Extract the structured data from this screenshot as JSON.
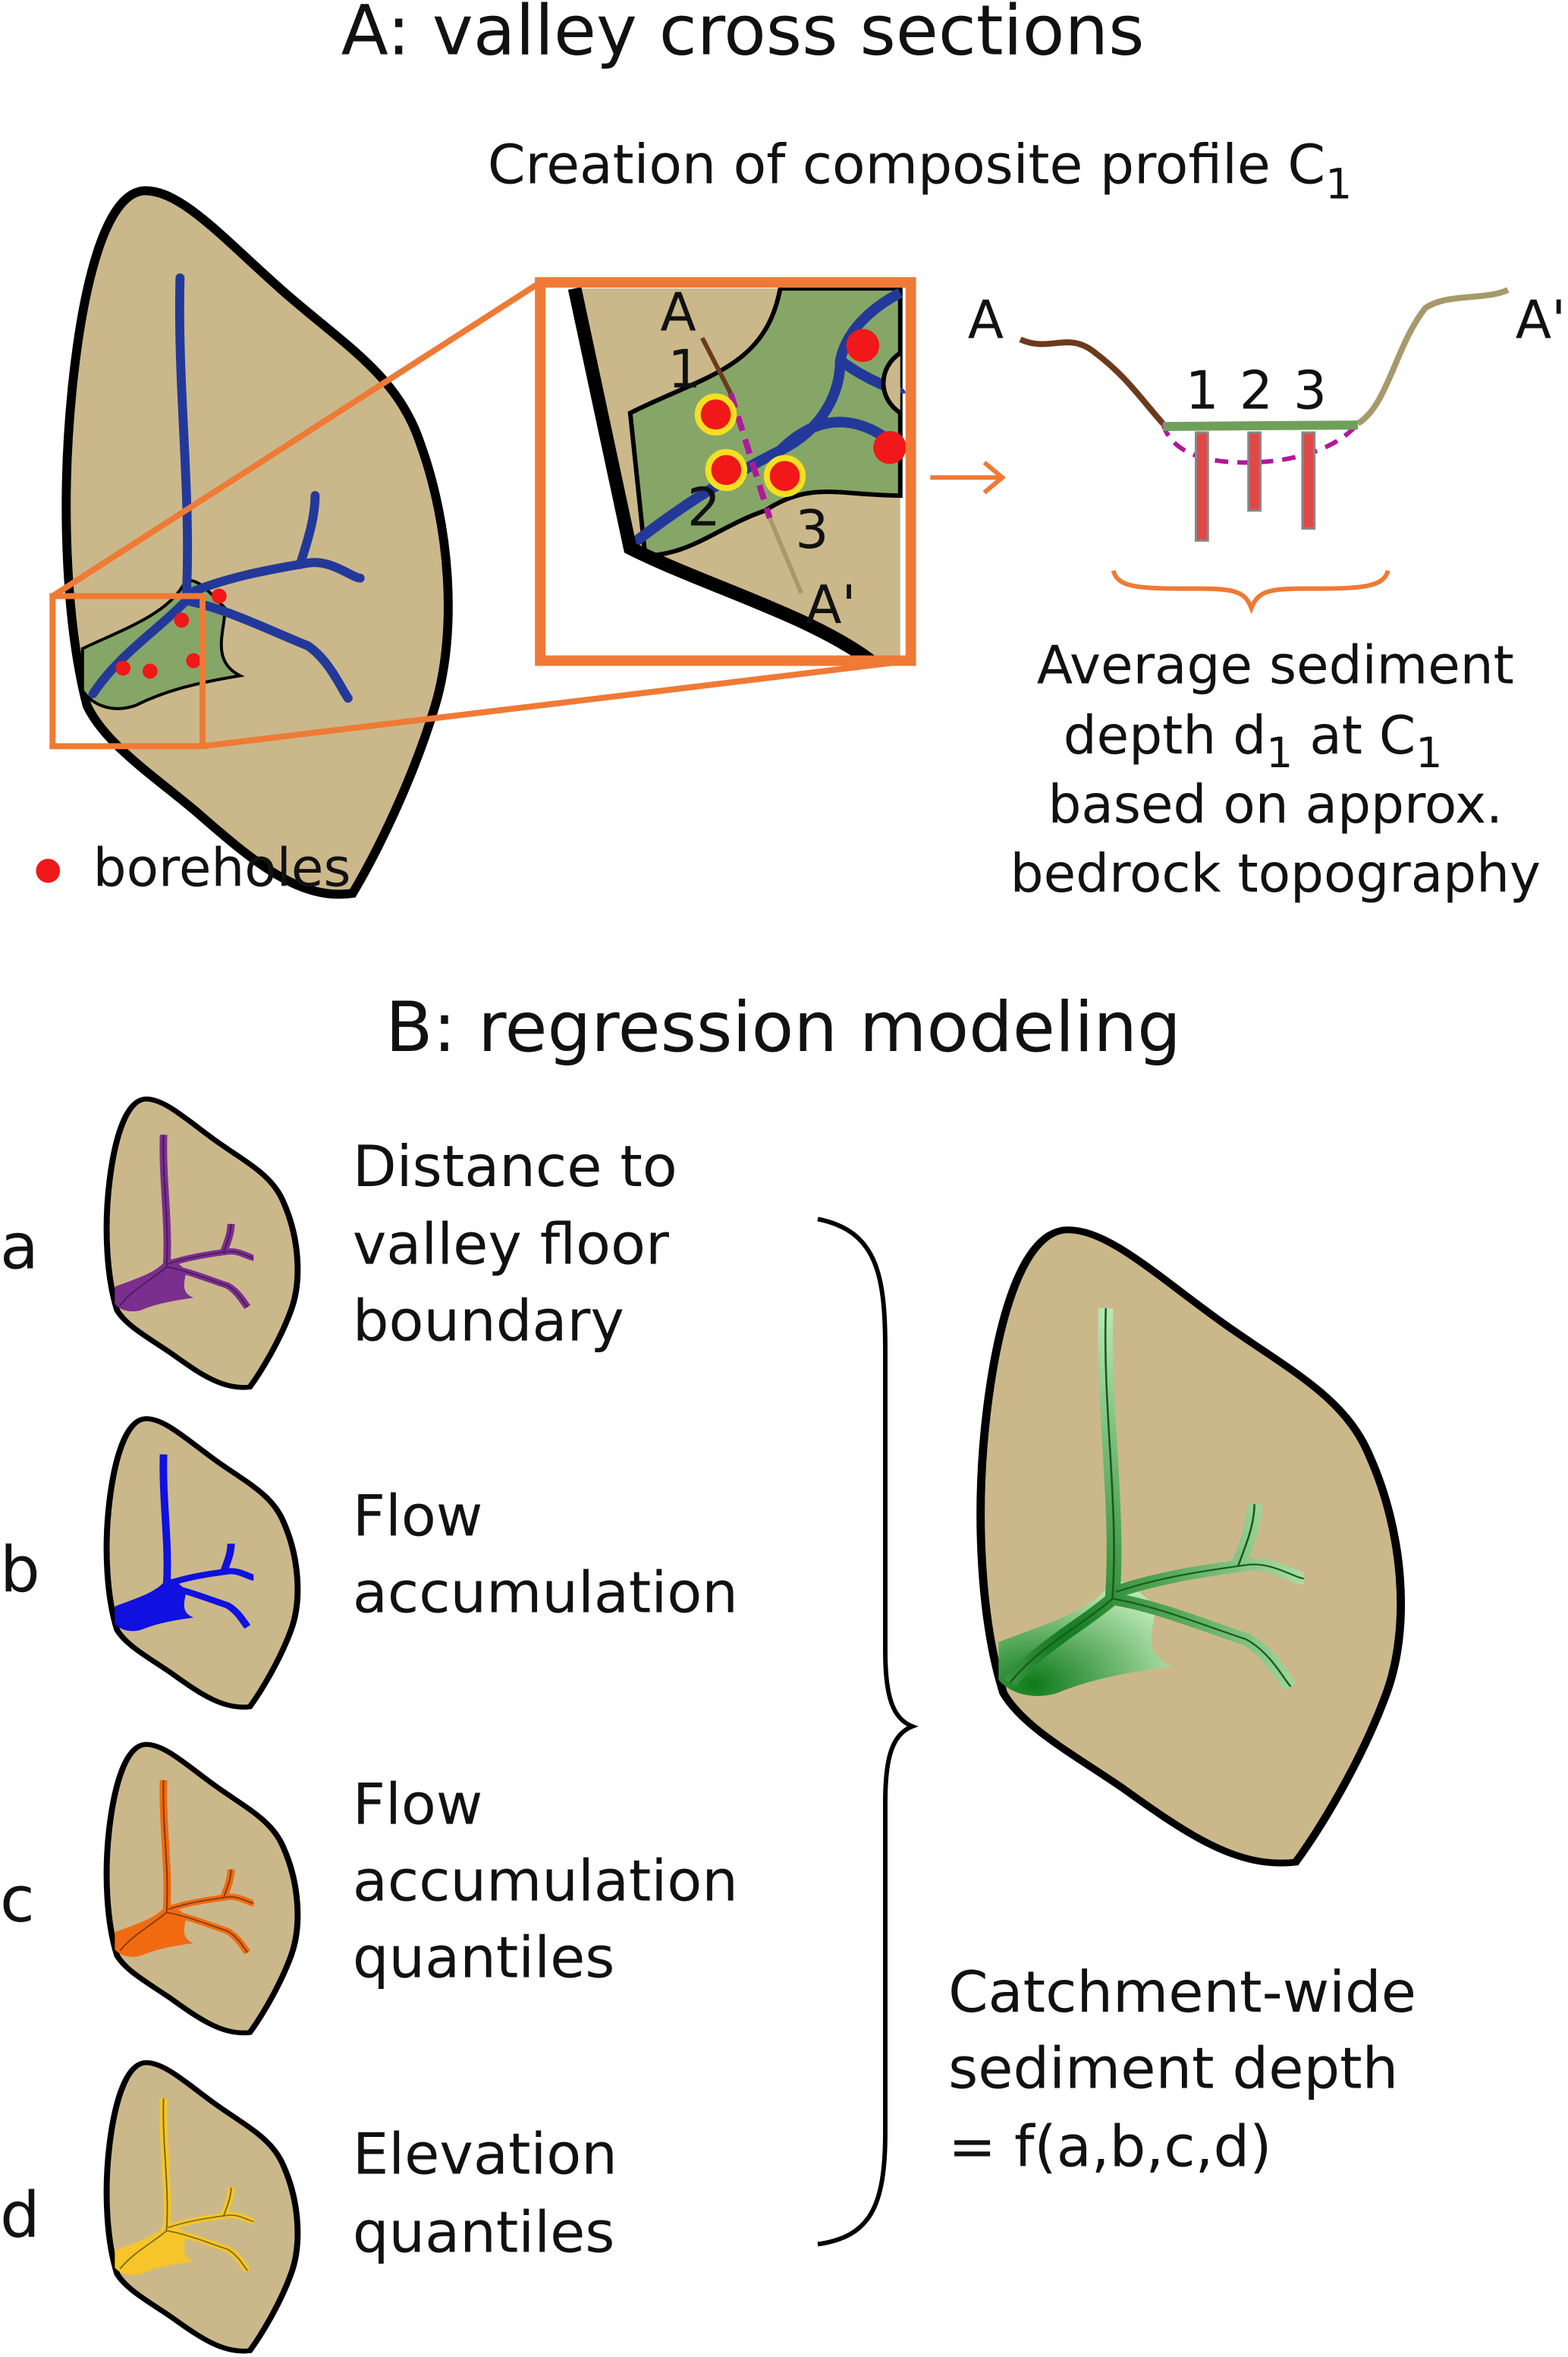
{
  "panel_a": {
    "title": "A: valley cross sections",
    "subtitle": "Creation of composite profile C",
    "subtitle_sub": "1",
    "legend_label": "boreholes",
    "inset_labels": {
      "a": "A",
      "a_prime": "A'",
      "p1": "1",
      "p2": "2",
      "p3": "3"
    },
    "profile_labels": {
      "a": "A",
      "a_prime": "A'",
      "p1": "1",
      "p2": "2",
      "p3": "3"
    },
    "caption": {
      "line1": "Average sediment",
      "line2_a": "depth d",
      "line2_sub1": "1",
      "line2_b": " at C",
      "line2_sub2": "1",
      "line3": "based on approx.",
      "line4": "bedrock topography"
    }
  },
  "panel_b": {
    "title": "B: regression modeling",
    "items": [
      {
        "letter": "a",
        "lines": [
          "Distance to",
          "valley floor",
          "boundary"
        ],
        "color": "#7a2e8e"
      },
      {
        "letter": "b",
        "lines": [
          "Flow",
          "accumulation"
        ],
        "color": "#1010e0"
      },
      {
        "letter": "c",
        "lines": [
          "Flow",
          "accumulation",
          "quantiles"
        ],
        "color": "#f26a10"
      },
      {
        "letter": "d",
        "lines": [
          "Elevation",
          "quantiles"
        ],
        "color": "#f5c52a"
      }
    ],
    "result": [
      "Catchment-wide",
      "sediment depth",
      "= f(a,b,c,d)"
    ]
  },
  "colors": {
    "catchment": "#cbb88a",
    "valley_floor": "#86a668",
    "channel": "#23399a",
    "borehole": "#f01818",
    "borehole_ring": "#f5e020",
    "highlight": "#ef7a35",
    "profile_dash": "#b0189a",
    "result_green": "#2ea83a"
  }
}
